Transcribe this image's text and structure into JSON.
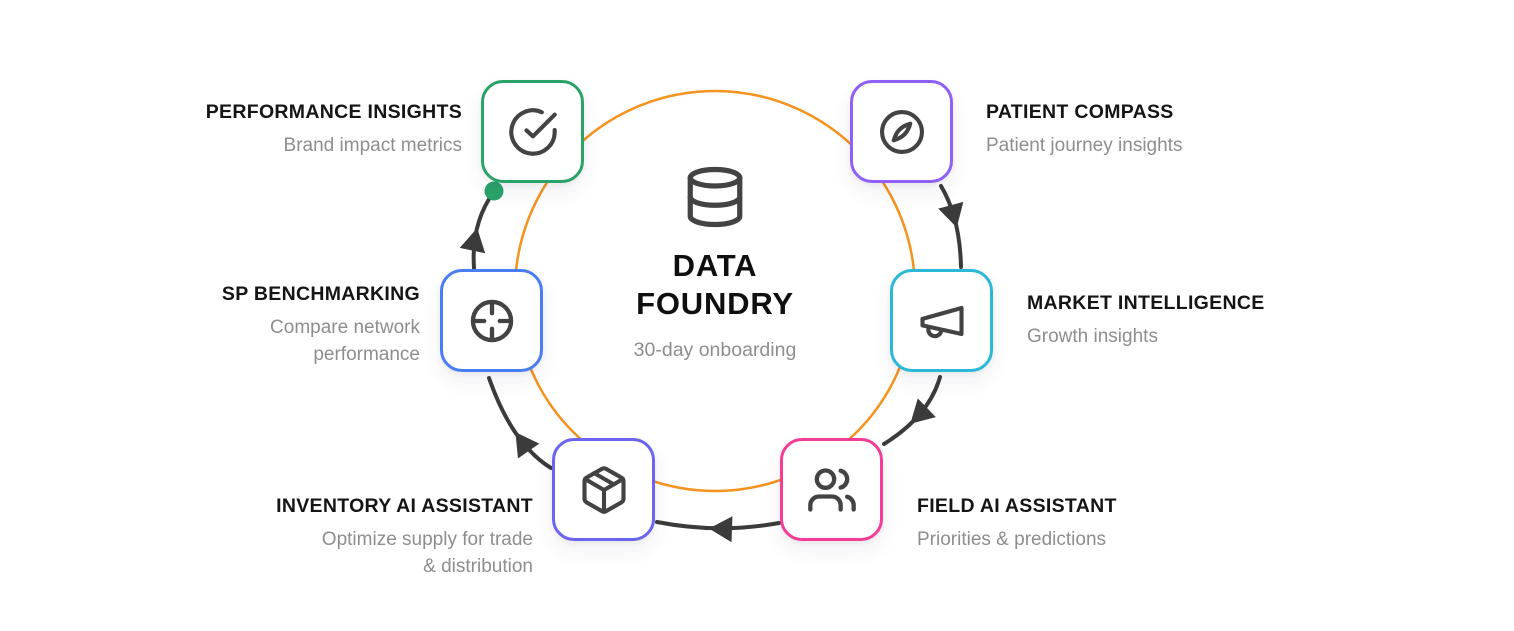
{
  "center": {
    "title": "DATA FOUNDRY",
    "subtitle": "30-day onboarding",
    "icon": "database-icon"
  },
  "nodes": [
    {
      "id": "performance-insights",
      "title": "PERFORMANCE INSIGHTS",
      "subtitle": "Brand impact metrics",
      "icon": "check-circle-icon",
      "accent": "#2AA36A"
    },
    {
      "id": "patient-compass",
      "title": "PATIENT COMPASS",
      "subtitle": "Patient journey insights",
      "icon": "compass-icon",
      "accent": "#8F5FF6"
    },
    {
      "id": "market-intelligence",
      "title": "MARKET INTELLIGENCE",
      "subtitle": "Growth insights",
      "icon": "megaphone-icon",
      "accent": "#2BB8D6"
    },
    {
      "id": "field-ai-assistant",
      "title": "FIELD AI ASSISTANT",
      "subtitle": "Priorities & predictions",
      "icon": "users-icon",
      "accent": "#F23E96"
    },
    {
      "id": "inventory-ai-assistant",
      "title": "INVENTORY AI ASSISTANT",
      "subtitle": "Optimize supply for trade & distribution",
      "icon": "package-icon",
      "accent": "#6A64F1"
    },
    {
      "id": "sp-benchmarking",
      "title": "SP BENCHMARKING",
      "subtitle": "Compare network performance",
      "icon": "crosshair-icon",
      "accent": "#4A7DF2"
    }
  ],
  "flow": {
    "direction": "clockwise",
    "sequence": [
      "patient-compass",
      "market-intelligence",
      "field-ai-assistant",
      "inventory-ai-assistant",
      "sp-benchmarking",
      "performance-insights"
    ]
  },
  "colors": {
    "ring": "#F6921E",
    "arrow": "#3B3B3B",
    "icon-stroke": "#434343",
    "title-text": "#151515",
    "subtitle-text": "#8E8E8E",
    "start-dot": "#2AA36A"
  }
}
